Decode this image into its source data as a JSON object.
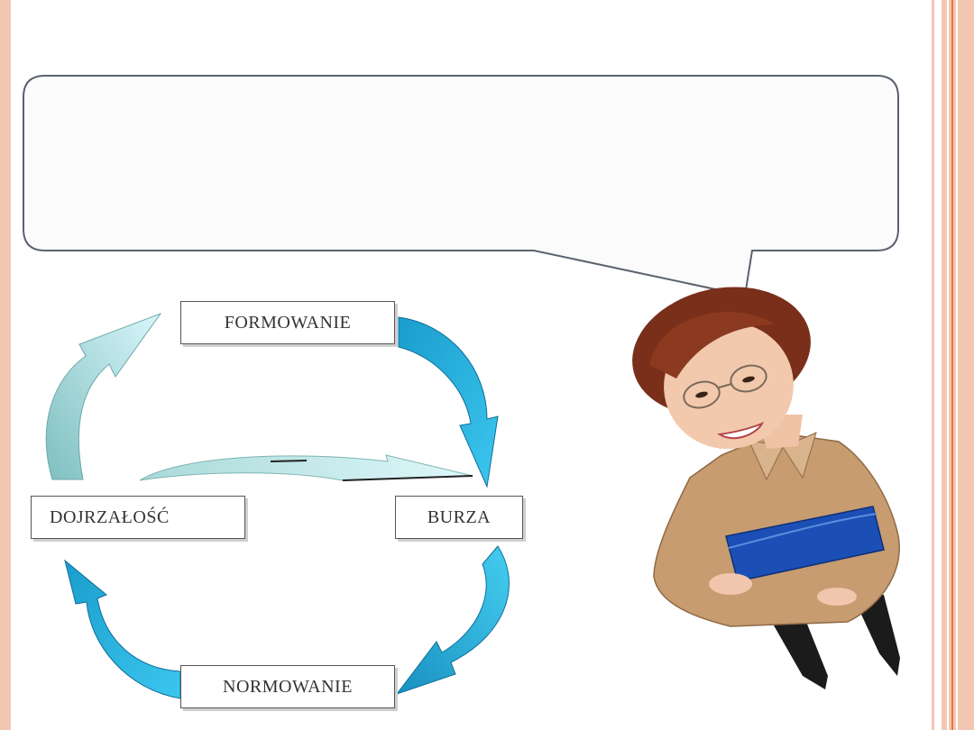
{
  "colors": {
    "left_bar": "#f4c6b4",
    "right_band": "#f4c6b4",
    "right_stripe": "#e8743b",
    "arrow_light": "#bfeff8",
    "arrow_blue": "#1aa9d8",
    "arrow_teal": "#8fc9c9",
    "speech_fill": "#fbfbfb",
    "speech_border": "#5a6270"
  },
  "diagram": {
    "stages": {
      "formowanie": "FORMOWANIE",
      "burza": "BURZA",
      "normowanie": "NORMOWANIE",
      "dojrzalosc": "DOJRZAŁOŚĆ"
    },
    "cycle_order": [
      "FORMOWANIE",
      "BURZA",
      "NORMOWANIE",
      "DOJRZAŁOŚĆ"
    ]
  },
  "speech_bubble": {
    "text": ""
  },
  "image": {
    "icon": "woman-holding-folder-photo"
  }
}
